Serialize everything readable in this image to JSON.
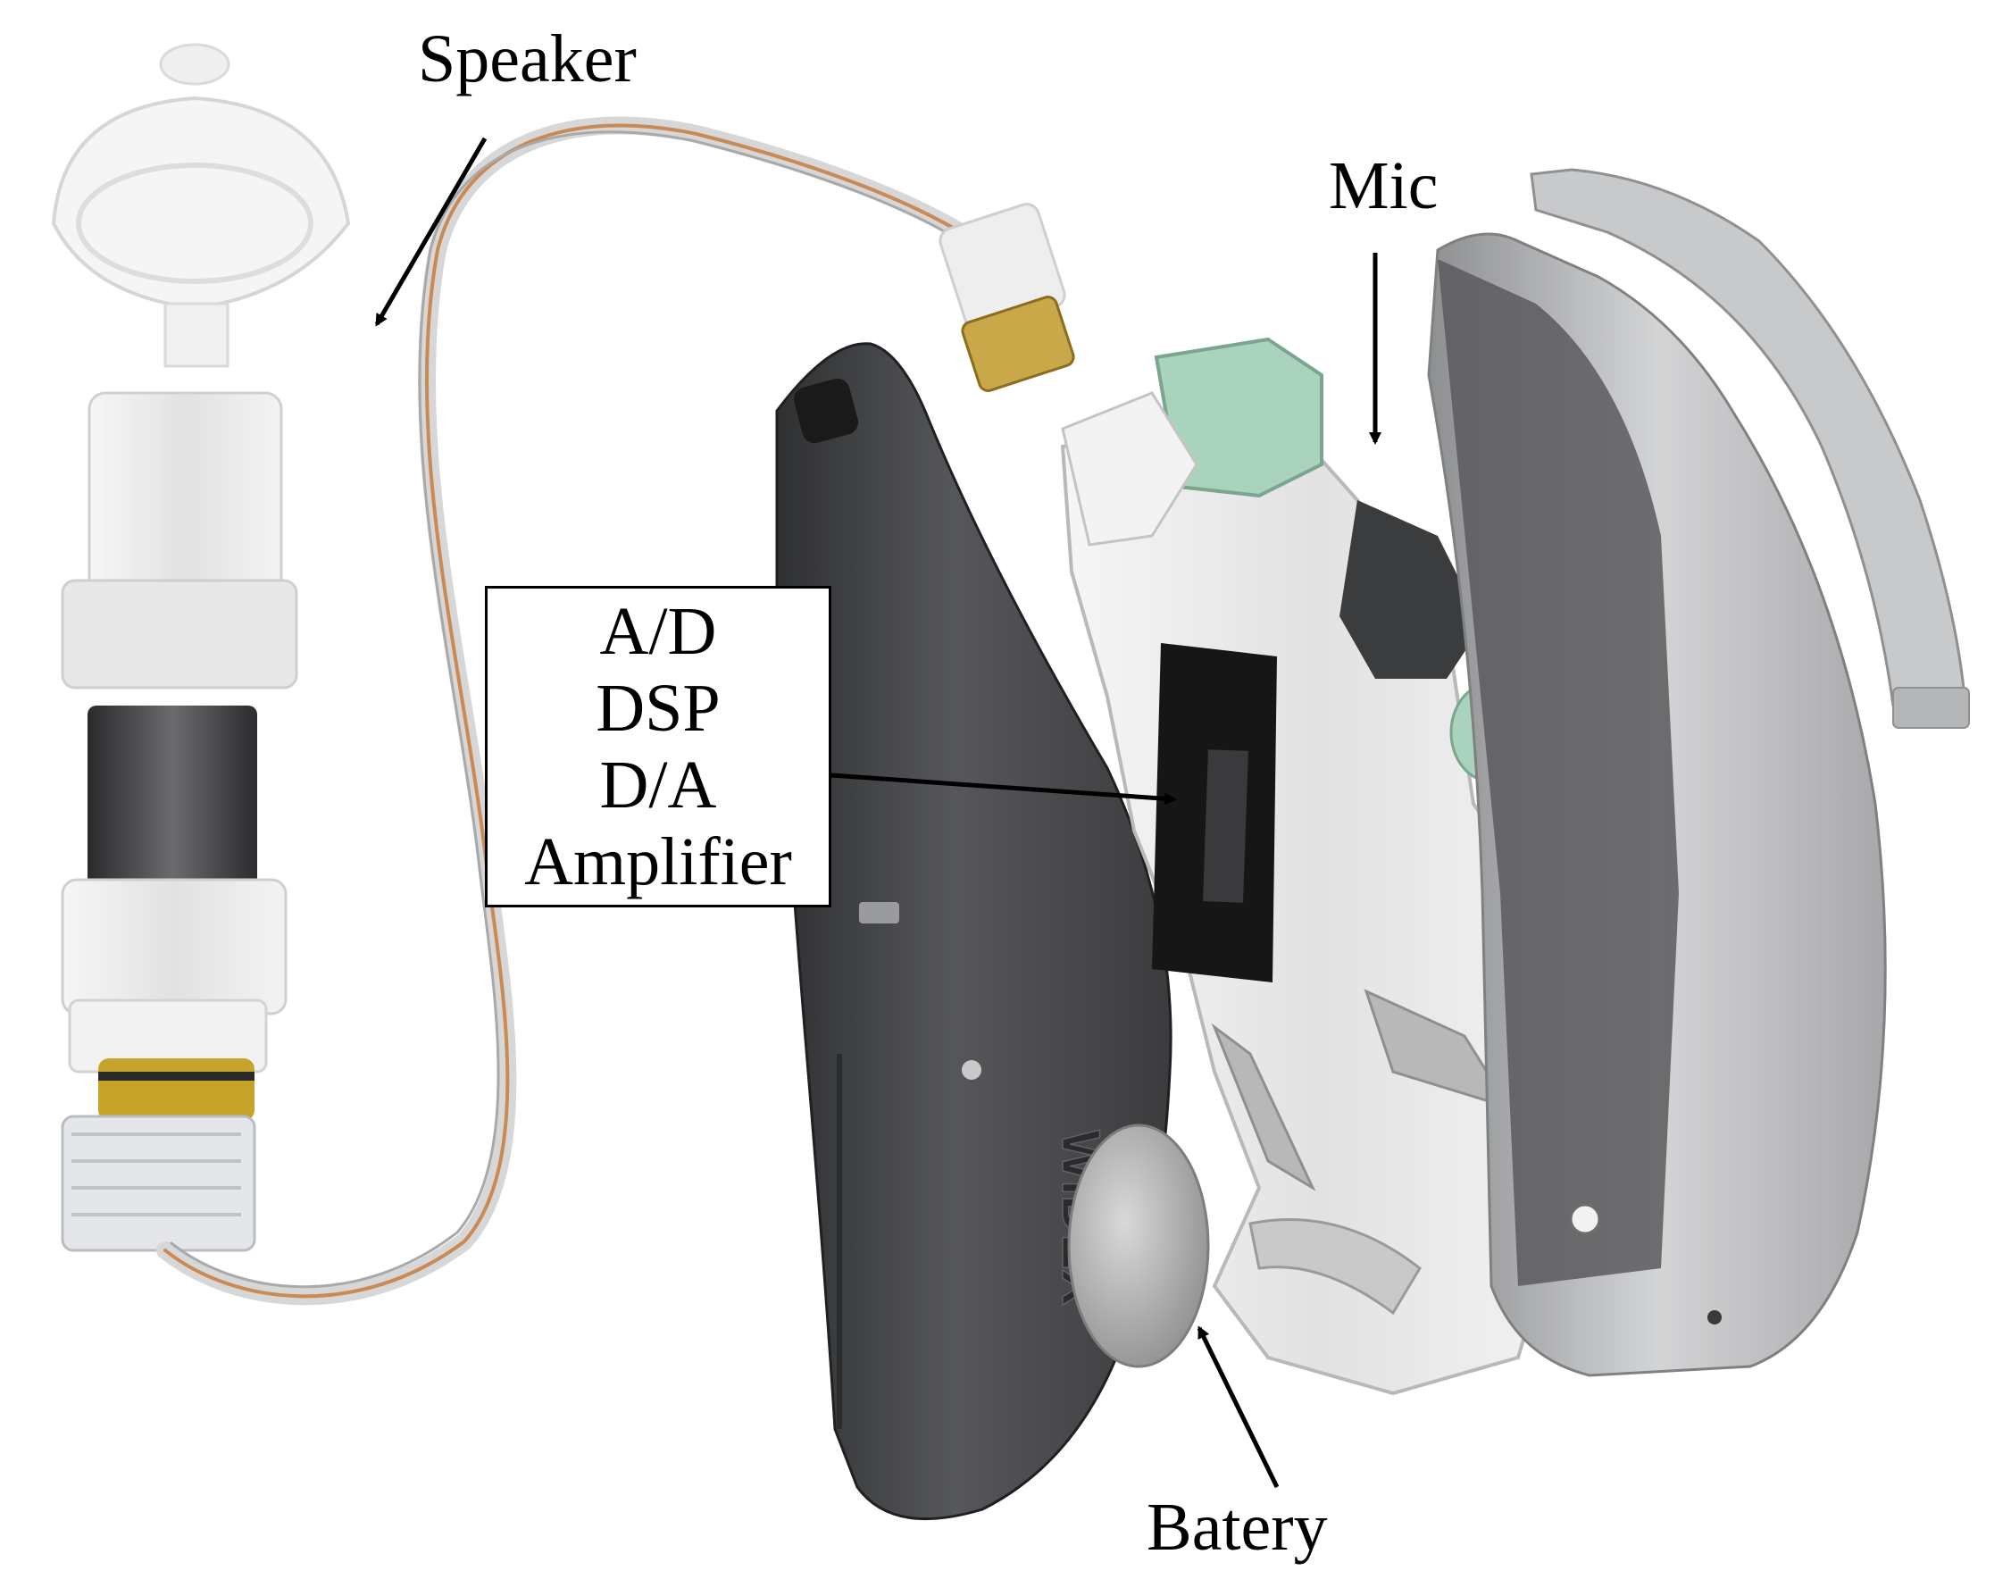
{
  "labels": {
    "speaker": "Speaker",
    "mic": "Mic",
    "battery": "Batery"
  },
  "box_lines": [
    "A/D",
    "DSP",
    "D/A",
    "Amplifier"
  ],
  "brand_text": "WIDEX",
  "colors": {
    "housing_dark": "#4a4b4d",
    "shell_silver": "#b9babb",
    "frame_white": "#e9eaea",
    "mic_green": "#a9d3bd",
    "receiver_dark": "#3a3a3c",
    "receiver_light": "#ececec",
    "gold": "#c8a32a",
    "wire_copper": "#c98a55"
  }
}
